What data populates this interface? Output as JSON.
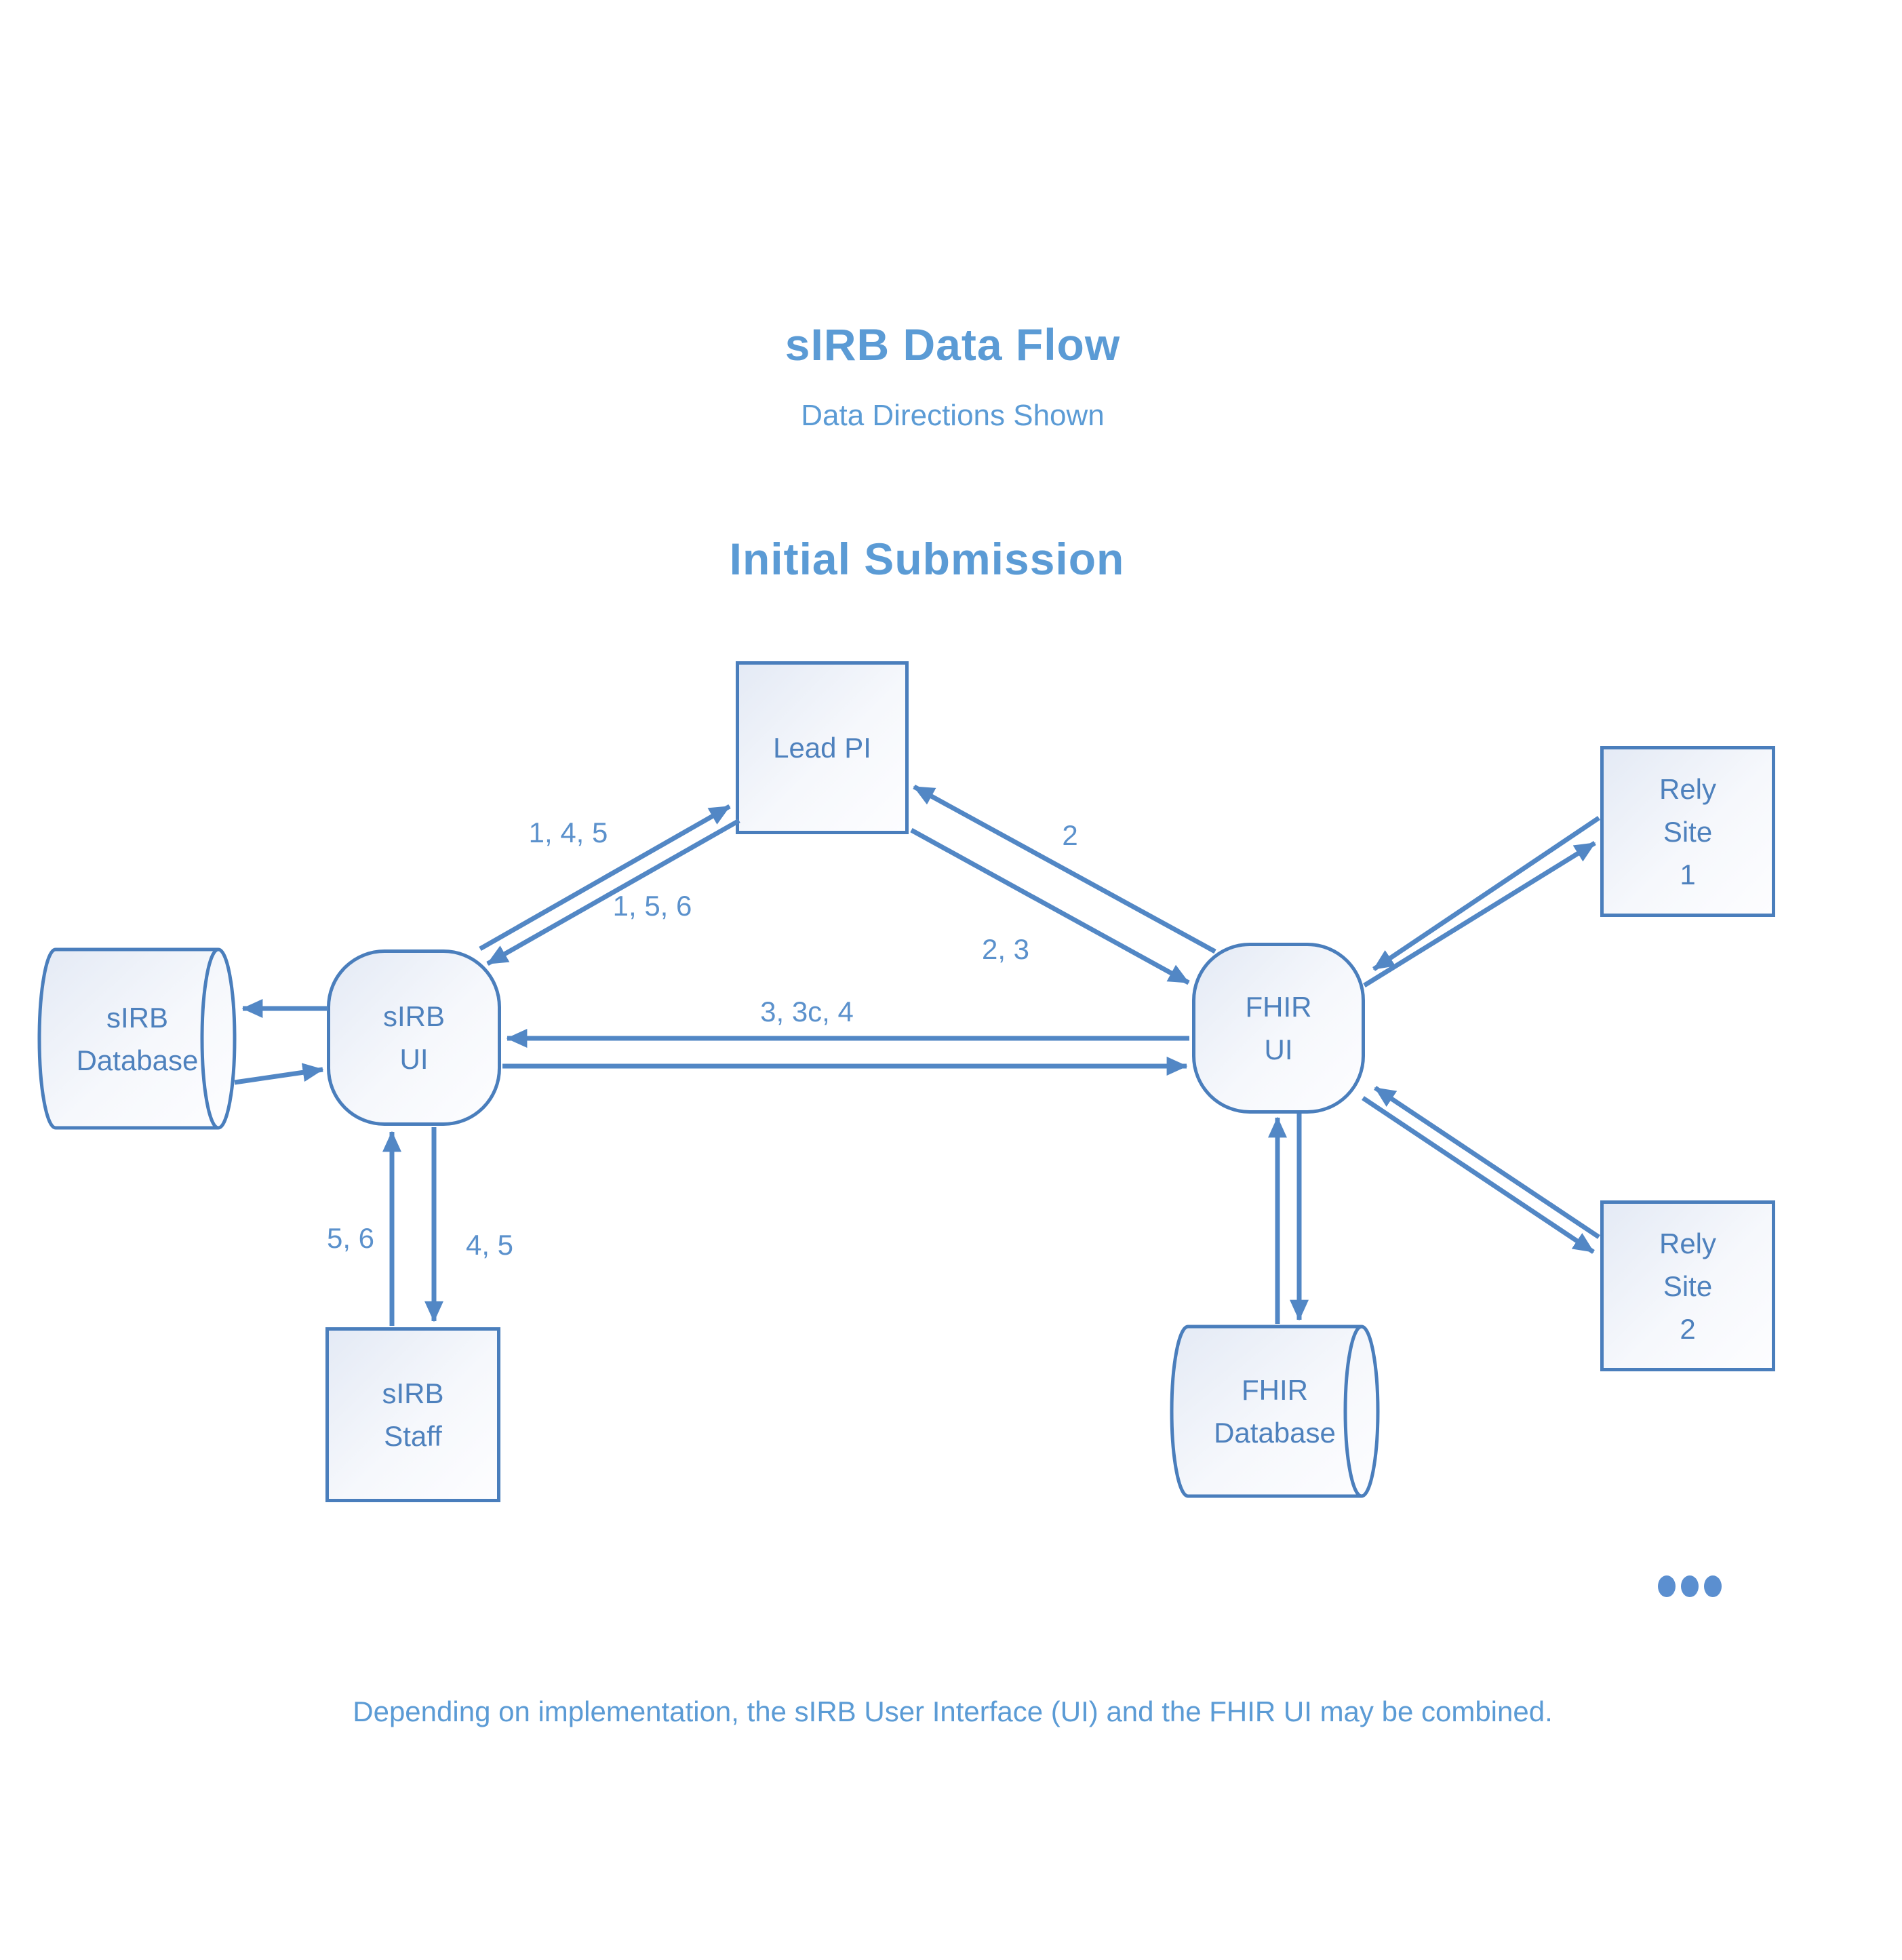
{
  "header": {
    "title": "sIRB Data Flow",
    "subtitle": "Data Directions Shown",
    "section_title": "Initial Submission"
  },
  "nodes": {
    "lead_pi": {
      "lines": [
        "Lead PI"
      ]
    },
    "sirb_database": {
      "lines": [
        "sIRB",
        "Database"
      ]
    },
    "sirb_ui": {
      "lines": [
        "sIRB",
        "UI"
      ]
    },
    "fhir_ui": {
      "lines": [
        "FHIR",
        "UI"
      ]
    },
    "rely_site_1": {
      "lines": [
        "Rely",
        "Site",
        "1"
      ]
    },
    "rely_site_2": {
      "lines": [
        "Rely",
        "Site",
        "2"
      ]
    },
    "sirb_staff": {
      "lines": [
        "sIRB",
        "Staff"
      ]
    },
    "fhir_database": {
      "lines": [
        "FHIR",
        "Database"
      ]
    }
  },
  "edge_labels": {
    "sirb_ui_to_lead_pi": "1, 4, 5",
    "lead_pi_to_sirb_ui": "1, 5, 6",
    "fhir_ui_to_lead_pi": "2",
    "lead_pi_to_fhir_ui": "2, 3",
    "fhir_ui_to_sirb_ui": "3, 3c, 4",
    "sirb_staff_to_sirb_ui": "5, 6",
    "sirb_ui_to_sirb_staff": "4, 5"
  },
  "footer": {
    "note": "Depending on implementation, the sIRB User Interface (UI) and the FHIR UI may be combined."
  },
  "colors": {
    "heading": "#5b9bd5",
    "node_text": "#4e81bd",
    "edge_label": "#5b91cc",
    "line": "#5287c5",
    "border": "#4a7ebc"
  }
}
